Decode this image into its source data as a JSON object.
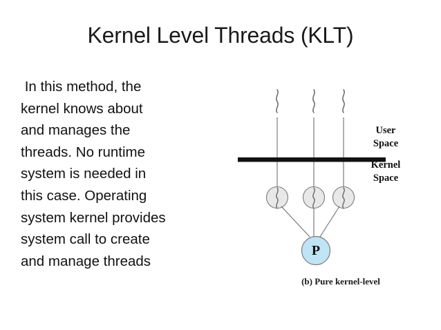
{
  "slide": {
    "title": "Kernel Level Threads (KLT)",
    "background_color": "#ffffff",
    "text_color": "#111111"
  },
  "body": {
    "paragraph": " In this method, the kernel knows about and manages the threads. No runtime system is needed in this case. Operating system kernel provides system call to create and manage threads",
    "lines": [
      " In this method, the",
      "kernel knows about",
      "and manages the",
      "threads. No runtime",
      "system is needed in",
      "this case. Operating",
      "system kernel provides",
      "system call to create",
      "and manage threads"
    ]
  },
  "diagram": {
    "caption": "(b) Pure kernel-level",
    "labels": {
      "user_space": "User\nSpace",
      "user_space_line1": "User",
      "user_space_line2": "Space",
      "kernel_space_line1": "Kernel",
      "kernel_space_line2": "Space"
    },
    "process": {
      "label": "P",
      "fill_color": "#bfe4f5",
      "stroke_color": "#7a7a7a"
    },
    "threads": {
      "count": 3,
      "circle_fill_color": "#e8e8e8",
      "circle_stroke_color": "#7a7a7a",
      "line_color": "#6f6f6f"
    },
    "divider": {
      "color": "#111111"
    }
  }
}
